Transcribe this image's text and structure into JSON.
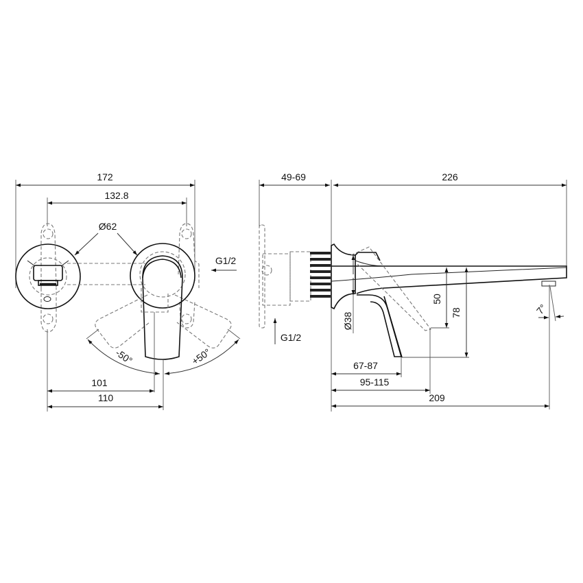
{
  "front_view": {
    "dimensions": {
      "overall_width": "172",
      "mount_hole_spacing": "132.8",
      "rosette_diameter": "Ø62",
      "handle_offset_to_axis": "101",
      "handle_offset_to_tip": "110",
      "rotation_left": "-50°",
      "rotation_right": "+50°"
    },
    "inlet_label": "G1/2"
  },
  "side_view": {
    "dimensions": {
      "wall_depth_range": "49-69",
      "spout_projection": "226",
      "escutcheon_diameter": "Ø38",
      "handle_height_up": "50",
      "handle_height_down": "78",
      "handle_reach_range_1": "67-87",
      "handle_reach_range_2": "95-115",
      "outlet_reach": "209",
      "outlet_angle": "7°"
    },
    "inlet_label": "G1/2"
  }
}
